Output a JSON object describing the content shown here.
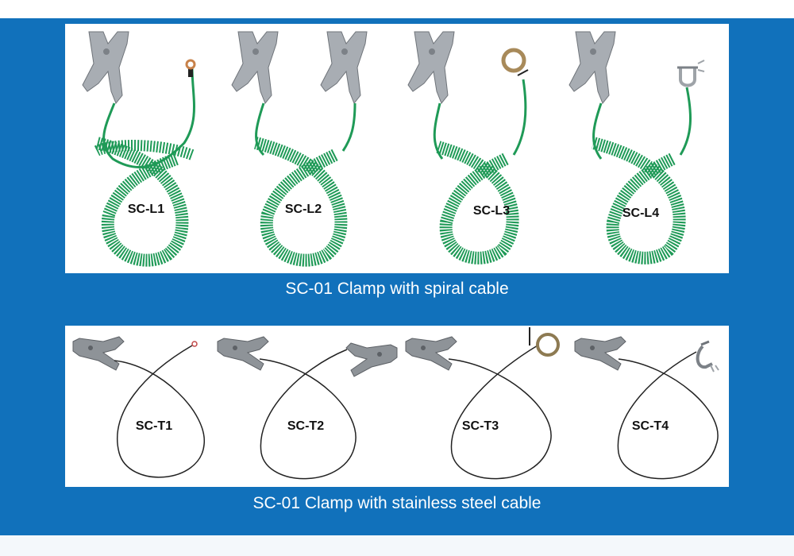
{
  "colors": {
    "brand_blue": "#1171bb",
    "cable_green": "#1f9a57",
    "clamp_gray": "#a8adb3",
    "steel_cable": "#222222",
    "text_dark": "#111111",
    "caption_text": "#ffffff"
  },
  "spiral_section": {
    "caption": "SC-01 Clamp with spiral cable",
    "products": [
      {
        "code": "SC-L1",
        "end_fitting": "ring-terminal-icon"
      },
      {
        "code": "SC-L2",
        "end_fitting": "clamp-icon"
      },
      {
        "code": "SC-L3",
        "end_fitting": "grounding-ring-icon"
      },
      {
        "code": "SC-L4",
        "end_fitting": "shackle-clip-icon"
      }
    ]
  },
  "steel_section": {
    "caption": "SC-01 Clamp with stainless steel cable",
    "products": [
      {
        "code": "SC-T1",
        "end_fitting": "ring-terminal-icon"
      },
      {
        "code": "SC-T2",
        "end_fitting": "clamp-icon"
      },
      {
        "code": "SC-T3",
        "end_fitting": "grounding-ring-icon"
      },
      {
        "code": "SC-T4",
        "end_fitting": "shackle-clip-icon"
      }
    ]
  }
}
